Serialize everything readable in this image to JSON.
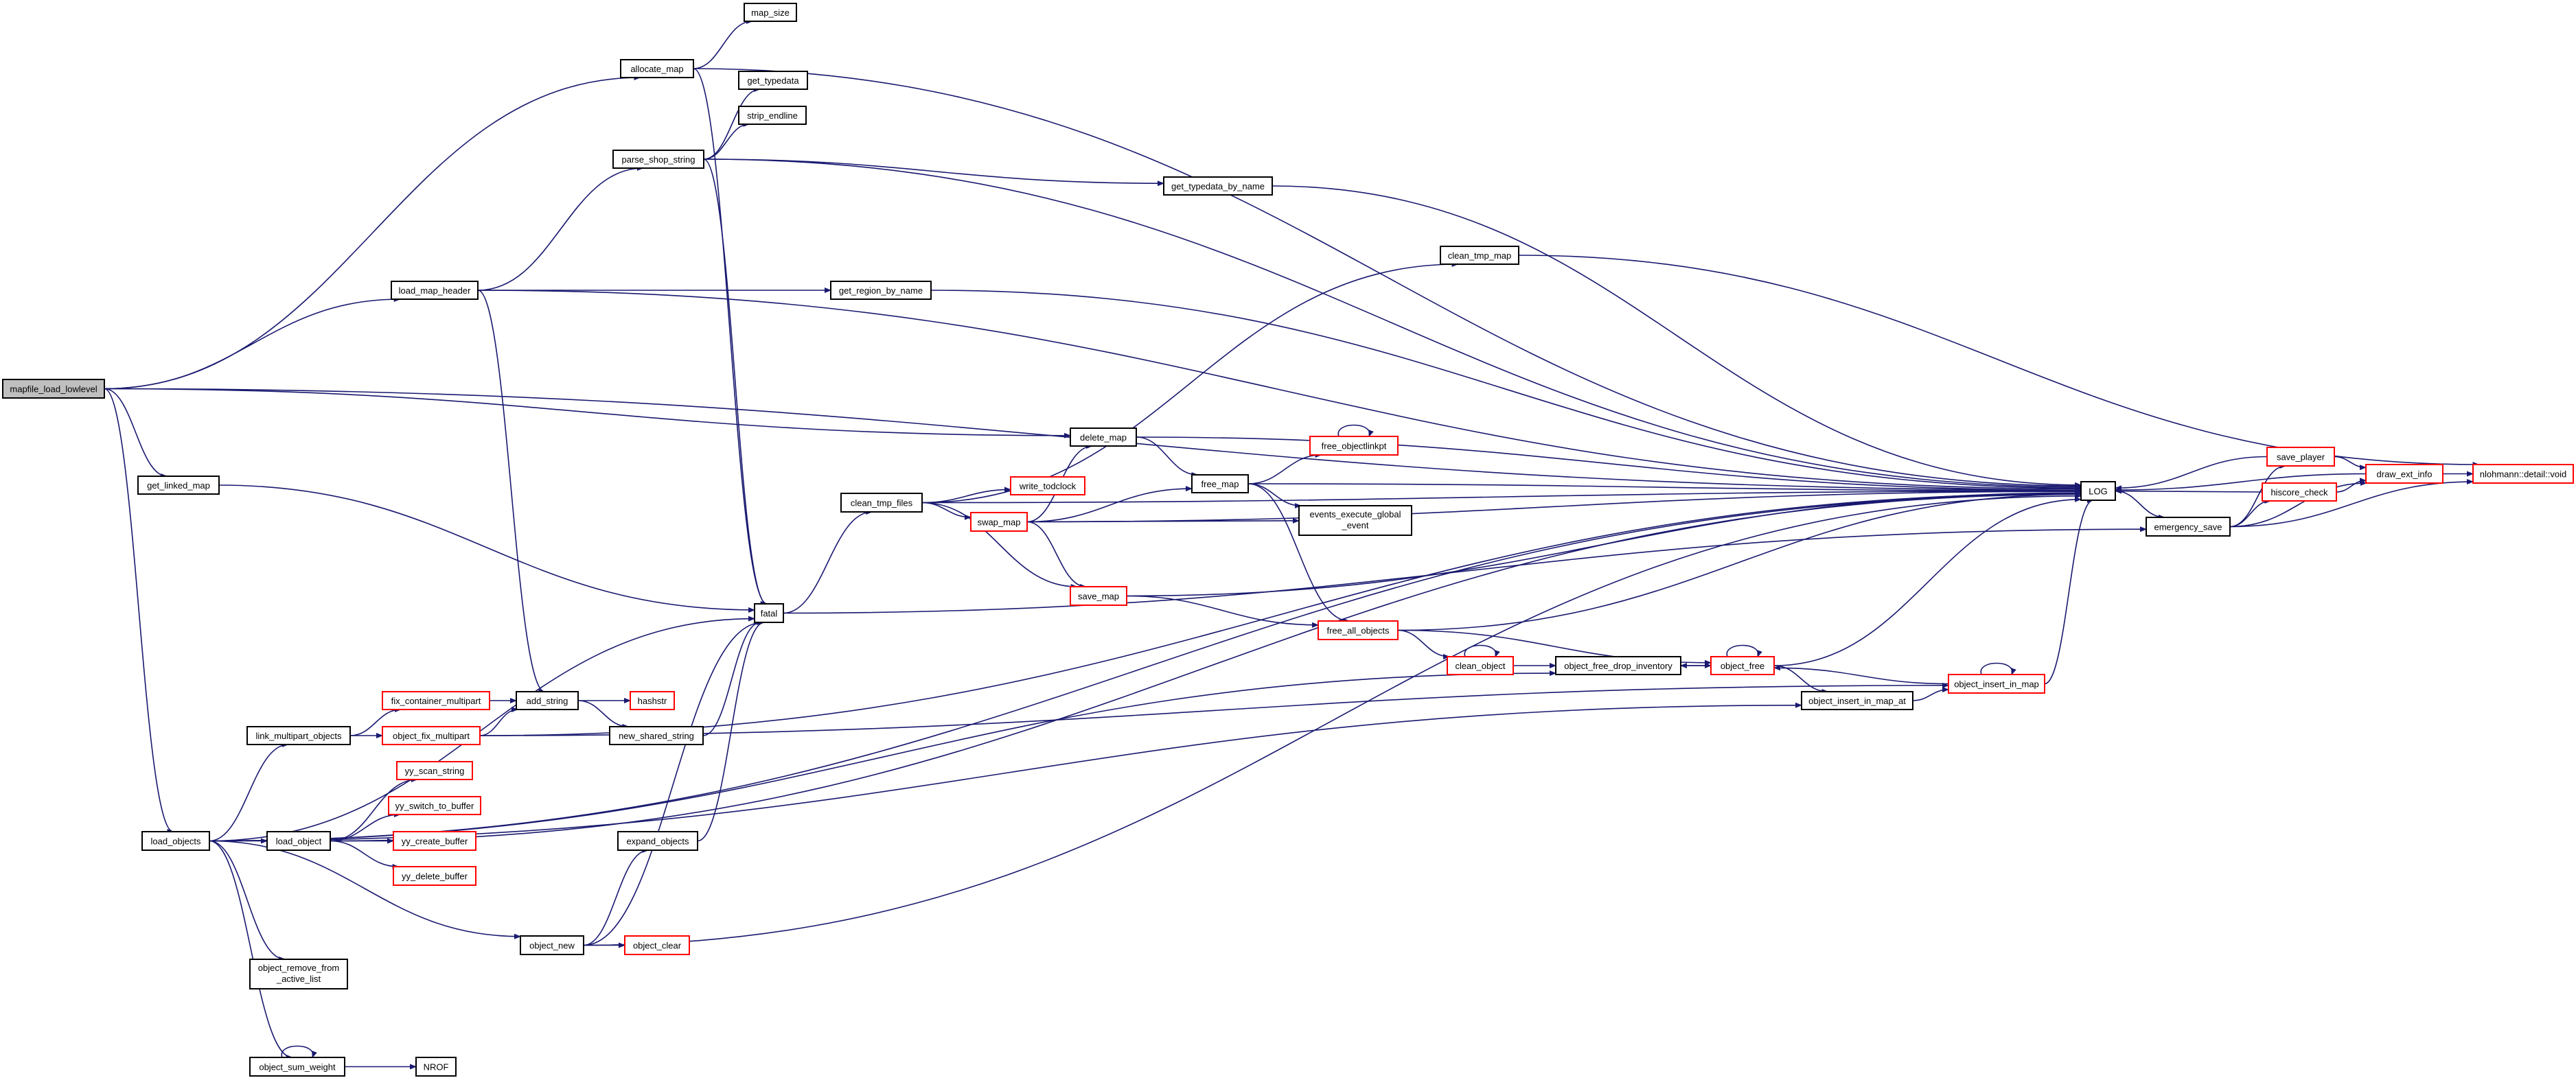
{
  "graph": {
    "root": "mapfile_load_lowlevel",
    "edge_color": "#191970",
    "node_border_normal": "#000000",
    "node_border_truncated": "#ff0000",
    "root_fill": "#bfbfbf",
    "nodes": [
      {
        "id": "mapfile_load_lowlevel",
        "label": "mapfile_load_lowlevel",
        "style": "root"
      },
      {
        "id": "allocate_map",
        "label": "allocate_map",
        "style": "normal"
      },
      {
        "id": "map_size",
        "label": "map_size",
        "style": "normal"
      },
      {
        "id": "get_typedata",
        "label": "get_typedata",
        "style": "normal"
      },
      {
        "id": "strip_endline",
        "label": "strip_endline",
        "style": "normal"
      },
      {
        "id": "parse_shop_string",
        "label": "parse_shop_string",
        "style": "normal"
      },
      {
        "id": "get_typedata_by_name",
        "label": "get_typedata_by_name",
        "style": "normal"
      },
      {
        "id": "clean_tmp_map",
        "label": "clean_tmp_map",
        "style": "normal"
      },
      {
        "id": "load_map_header",
        "label": "load_map_header",
        "style": "normal"
      },
      {
        "id": "get_region_by_name",
        "label": "get_region_by_name",
        "style": "normal"
      },
      {
        "id": "delete_map",
        "label": "delete_map",
        "style": "normal"
      },
      {
        "id": "free_objectlinkpt",
        "label": "free_objectlinkpt",
        "style": "truncated"
      },
      {
        "id": "get_linked_map",
        "label": "get_linked_map",
        "style": "normal"
      },
      {
        "id": "write_todclock",
        "label": "write_todclock",
        "style": "truncated"
      },
      {
        "id": "free_map",
        "label": "free_map",
        "style": "normal"
      },
      {
        "id": "clean_tmp_files",
        "label": "clean_tmp_files",
        "style": "normal"
      },
      {
        "id": "swap_map",
        "label": "swap_map",
        "style": "truncated"
      },
      {
        "id": "events_execute_global_event",
        "label": "events_execute_global\n_event",
        "style": "normal"
      },
      {
        "id": "LOG",
        "label": "LOG",
        "style": "normal"
      },
      {
        "id": "save_player",
        "label": "save_player",
        "style": "truncated"
      },
      {
        "id": "draw_ext_info",
        "label": "draw_ext_info",
        "style": "truncated"
      },
      {
        "id": "nlohmann_detail_void",
        "label": "nlohmann::detail::void",
        "style": "truncated"
      },
      {
        "id": "hiscore_check",
        "label": "hiscore_check",
        "style": "truncated"
      },
      {
        "id": "emergency_save",
        "label": "emergency_save",
        "style": "normal"
      },
      {
        "id": "save_map",
        "label": "save_map",
        "style": "truncated"
      },
      {
        "id": "fatal",
        "label": "fatal",
        "style": "normal"
      },
      {
        "id": "free_all_objects",
        "label": "free_all_objects",
        "style": "truncated"
      },
      {
        "id": "clean_object",
        "label": "clean_object",
        "style": "truncated"
      },
      {
        "id": "object_free_drop_inventory",
        "label": "object_free_drop_inventory",
        "style": "normal"
      },
      {
        "id": "object_free",
        "label": "object_free",
        "style": "truncated"
      },
      {
        "id": "object_insert_in_map",
        "label": "object_insert_in_map",
        "style": "truncated"
      },
      {
        "id": "object_insert_in_map_at",
        "label": "object_insert_in_map_at",
        "style": "normal"
      },
      {
        "id": "fix_container_multipart",
        "label": "fix_container_multipart",
        "style": "truncated"
      },
      {
        "id": "add_string",
        "label": "add_string",
        "style": "normal"
      },
      {
        "id": "hashstr",
        "label": "hashstr",
        "style": "truncated"
      },
      {
        "id": "link_multipart_objects",
        "label": "link_multipart_objects",
        "style": "normal"
      },
      {
        "id": "object_fix_multipart",
        "label": "object_fix_multipart",
        "style": "truncated"
      },
      {
        "id": "new_shared_string",
        "label": "new_shared_string",
        "style": "normal"
      },
      {
        "id": "yy_scan_string",
        "label": "yy_scan_string",
        "style": "truncated"
      },
      {
        "id": "yy_switch_to_buffer",
        "label": "yy_switch_to_buffer",
        "style": "truncated"
      },
      {
        "id": "load_objects",
        "label": "load_objects",
        "style": "normal"
      },
      {
        "id": "load_object",
        "label": "load_object",
        "style": "normal"
      },
      {
        "id": "expand_objects",
        "label": "expand_objects",
        "style": "normal"
      },
      {
        "id": "yy_create_buffer",
        "label": "yy_create_buffer",
        "style": "truncated"
      },
      {
        "id": "yy_delete_buffer",
        "label": "yy_delete_buffer",
        "style": "truncated"
      },
      {
        "id": "object_new",
        "label": "object_new",
        "style": "normal"
      },
      {
        "id": "object_clear",
        "label": "object_clear",
        "style": "truncated"
      },
      {
        "id": "object_remove_from_active_list",
        "label": "object_remove_from\n_active_list",
        "style": "normal"
      },
      {
        "id": "object_sum_weight",
        "label": "object_sum_weight",
        "style": "normal"
      },
      {
        "id": "NROF",
        "label": "NROF",
        "style": "normal"
      }
    ],
    "edges": [
      [
        "mapfile_load_lowlevel",
        "allocate_map"
      ],
      [
        "mapfile_load_lowlevel",
        "load_map_header"
      ],
      [
        "mapfile_load_lowlevel",
        "LOG"
      ],
      [
        "mapfile_load_lowlevel",
        "delete_map"
      ],
      [
        "mapfile_load_lowlevel",
        "get_linked_map"
      ],
      [
        "mapfile_load_lowlevel",
        "load_objects"
      ],
      [
        "allocate_map",
        "map_size"
      ],
      [
        "allocate_map",
        "fatal"
      ],
      [
        "allocate_map",
        "LOG"
      ],
      [
        "load_map_header",
        "parse_shop_string"
      ],
      [
        "load_map_header",
        "get_region_by_name"
      ],
      [
        "load_map_header",
        "add_string"
      ],
      [
        "load_map_header",
        "LOG"
      ],
      [
        "parse_shop_string",
        "get_typedata"
      ],
      [
        "parse_shop_string",
        "strip_endline"
      ],
      [
        "parse_shop_string",
        "get_typedata_by_name"
      ],
      [
        "parse_shop_string",
        "fatal"
      ],
      [
        "parse_shop_string",
        "LOG"
      ],
      [
        "get_typedata_by_name",
        "LOG"
      ],
      [
        "get_region_by_name",
        "LOG"
      ],
      [
        "clean_tmp_map",
        "nlohmann_detail_void"
      ],
      [
        "get_linked_map",
        "fatal"
      ],
      [
        "delete_map",
        "free_map"
      ],
      [
        "delete_map",
        "LOG"
      ],
      [
        "free_map",
        "free_objectlinkpt"
      ],
      [
        "free_map",
        "events_execute_global_event"
      ],
      [
        "free_map",
        "free_all_objects"
      ],
      [
        "free_map",
        "LOG"
      ],
      [
        "free_objectlinkpt",
        "free_objectlinkpt"
      ],
      [
        "fatal",
        "clean_tmp_files"
      ],
      [
        "fatal",
        "emergency_save"
      ],
      [
        "clean_tmp_files",
        "clean_tmp_map"
      ],
      [
        "clean_tmp_files",
        "write_todclock"
      ],
      [
        "clean_tmp_files",
        "swap_map"
      ],
      [
        "clean_tmp_files",
        "save_map"
      ],
      [
        "clean_tmp_files",
        "LOG"
      ],
      [
        "swap_map",
        "delete_map"
      ],
      [
        "swap_map",
        "free_map"
      ],
      [
        "swap_map",
        "events_execute_global_event"
      ],
      [
        "swap_map",
        "save_map"
      ],
      [
        "swap_map",
        "LOG"
      ],
      [
        "save_map",
        "free_all_objects"
      ],
      [
        "save_map",
        "LOG"
      ],
      [
        "free_all_objects",
        "clean_object"
      ],
      [
        "free_all_objects",
        "object_free"
      ],
      [
        "free_all_objects",
        "LOG"
      ],
      [
        "clean_object",
        "clean_object"
      ],
      [
        "clean_object",
        "object_free_drop_inventory"
      ],
      [
        "object_free_drop_inventory",
        "object_free"
      ],
      [
        "object_free",
        "object_free"
      ],
      [
        "object_free",
        "object_free_drop_inventory"
      ],
      [
        "object_free",
        "object_insert_in_map_at"
      ],
      [
        "object_free",
        "LOG"
      ],
      [
        "object_insert_in_map_at",
        "object_insert_in_map"
      ],
      [
        "object_insert_in_map",
        "object_insert_in_map"
      ],
      [
        "object_insert_in_map",
        "object_free"
      ],
      [
        "object_insert_in_map",
        "LOG"
      ],
      [
        "LOG",
        "emergency_save"
      ],
      [
        "emergency_save",
        "save_player"
      ],
      [
        "emergency_save",
        "hiscore_check"
      ],
      [
        "emergency_save",
        "draw_ext_info"
      ],
      [
        "emergency_save",
        "nlohmann_detail_void"
      ],
      [
        "save_player",
        "LOG"
      ],
      [
        "save_player",
        "draw_ext_info"
      ],
      [
        "hiscore_check",
        "LOG"
      ],
      [
        "hiscore_check",
        "draw_ext_info"
      ],
      [
        "draw_ext_info",
        "LOG"
      ],
      [
        "draw_ext_info",
        "nlohmann_detail_void"
      ],
      [
        "load_objects",
        "link_multipart_objects"
      ],
      [
        "load_objects",
        "load_object"
      ],
      [
        "load_objects",
        "object_new"
      ],
      [
        "load_objects",
        "object_remove_from_active_list"
      ],
      [
        "load_objects",
        "object_sum_weight"
      ],
      [
        "load_objects",
        "object_free_drop_inventory"
      ],
      [
        "load_objects",
        "object_insert_in_map_at"
      ],
      [
        "load_objects",
        "fatal"
      ],
      [
        "load_objects",
        "LOG"
      ],
      [
        "link_multipart_objects",
        "fix_container_multipart"
      ],
      [
        "link_multipart_objects",
        "object_fix_multipart"
      ],
      [
        "fix_container_multipart",
        "add_string"
      ],
      [
        "object_fix_multipart",
        "add_string"
      ],
      [
        "object_fix_multipart",
        "object_insert_in_map"
      ],
      [
        "object_fix_multipart",
        "LOG"
      ],
      [
        "add_string",
        "hashstr"
      ],
      [
        "add_string",
        "new_shared_string"
      ],
      [
        "new_shared_string",
        "fatal"
      ],
      [
        "load_object",
        "yy_scan_string"
      ],
      [
        "load_object",
        "yy_switch_to_buffer"
      ],
      [
        "load_object",
        "yy_create_buffer"
      ],
      [
        "load_object",
        "yy_delete_buffer"
      ],
      [
        "load_object",
        "LOG"
      ],
      [
        "object_new",
        "expand_objects"
      ],
      [
        "object_new",
        "object_clear"
      ],
      [
        "object_new",
        "fatal"
      ],
      [
        "object_new",
        "LOG"
      ],
      [
        "expand_objects",
        "fatal"
      ],
      [
        "object_sum_weight",
        "object_sum_weight"
      ],
      [
        "object_sum_weight",
        "NROF"
      ]
    ]
  }
}
